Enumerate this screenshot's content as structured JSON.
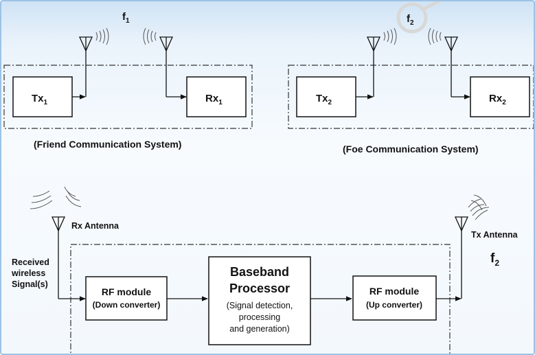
{
  "friend": {
    "freq_main": "f",
    "freq_sub": "1",
    "tx_main": "Tx",
    "tx_sub": "1",
    "rx_main": "Rx",
    "rx_sub": "1",
    "caption": "(Friend Communication System)"
  },
  "foe": {
    "freq_main": "f",
    "freq_sub": "2",
    "tx_main": "Tx",
    "tx_sub": "2",
    "rx_main": "Rx",
    "rx_sub": "2",
    "caption": "(Foe Communication System)"
  },
  "jammer": {
    "rx_antenna_label": "Rx Antenna",
    "tx_antenna_label": "Tx Antenna",
    "received_line1": "Received",
    "received_line2": "wireless",
    "received_line3": "Signal(s)",
    "tx_freq_main": "f",
    "tx_freq_sub": "2",
    "rf_down_title": "RF module",
    "rf_down_sub": "(Down converter)",
    "baseband_line1": "Baseband",
    "baseband_line2": "Processor",
    "baseband_desc1": "(Signal detection,",
    "baseband_desc2": "processing",
    "baseband_desc3": "and generation)",
    "rf_up_title": "RF module",
    "rf_up_sub": "(Up converter)"
  },
  "colors": {
    "line": "#111111",
    "dash": "#333333",
    "box_fill": "#ffffff"
  }
}
